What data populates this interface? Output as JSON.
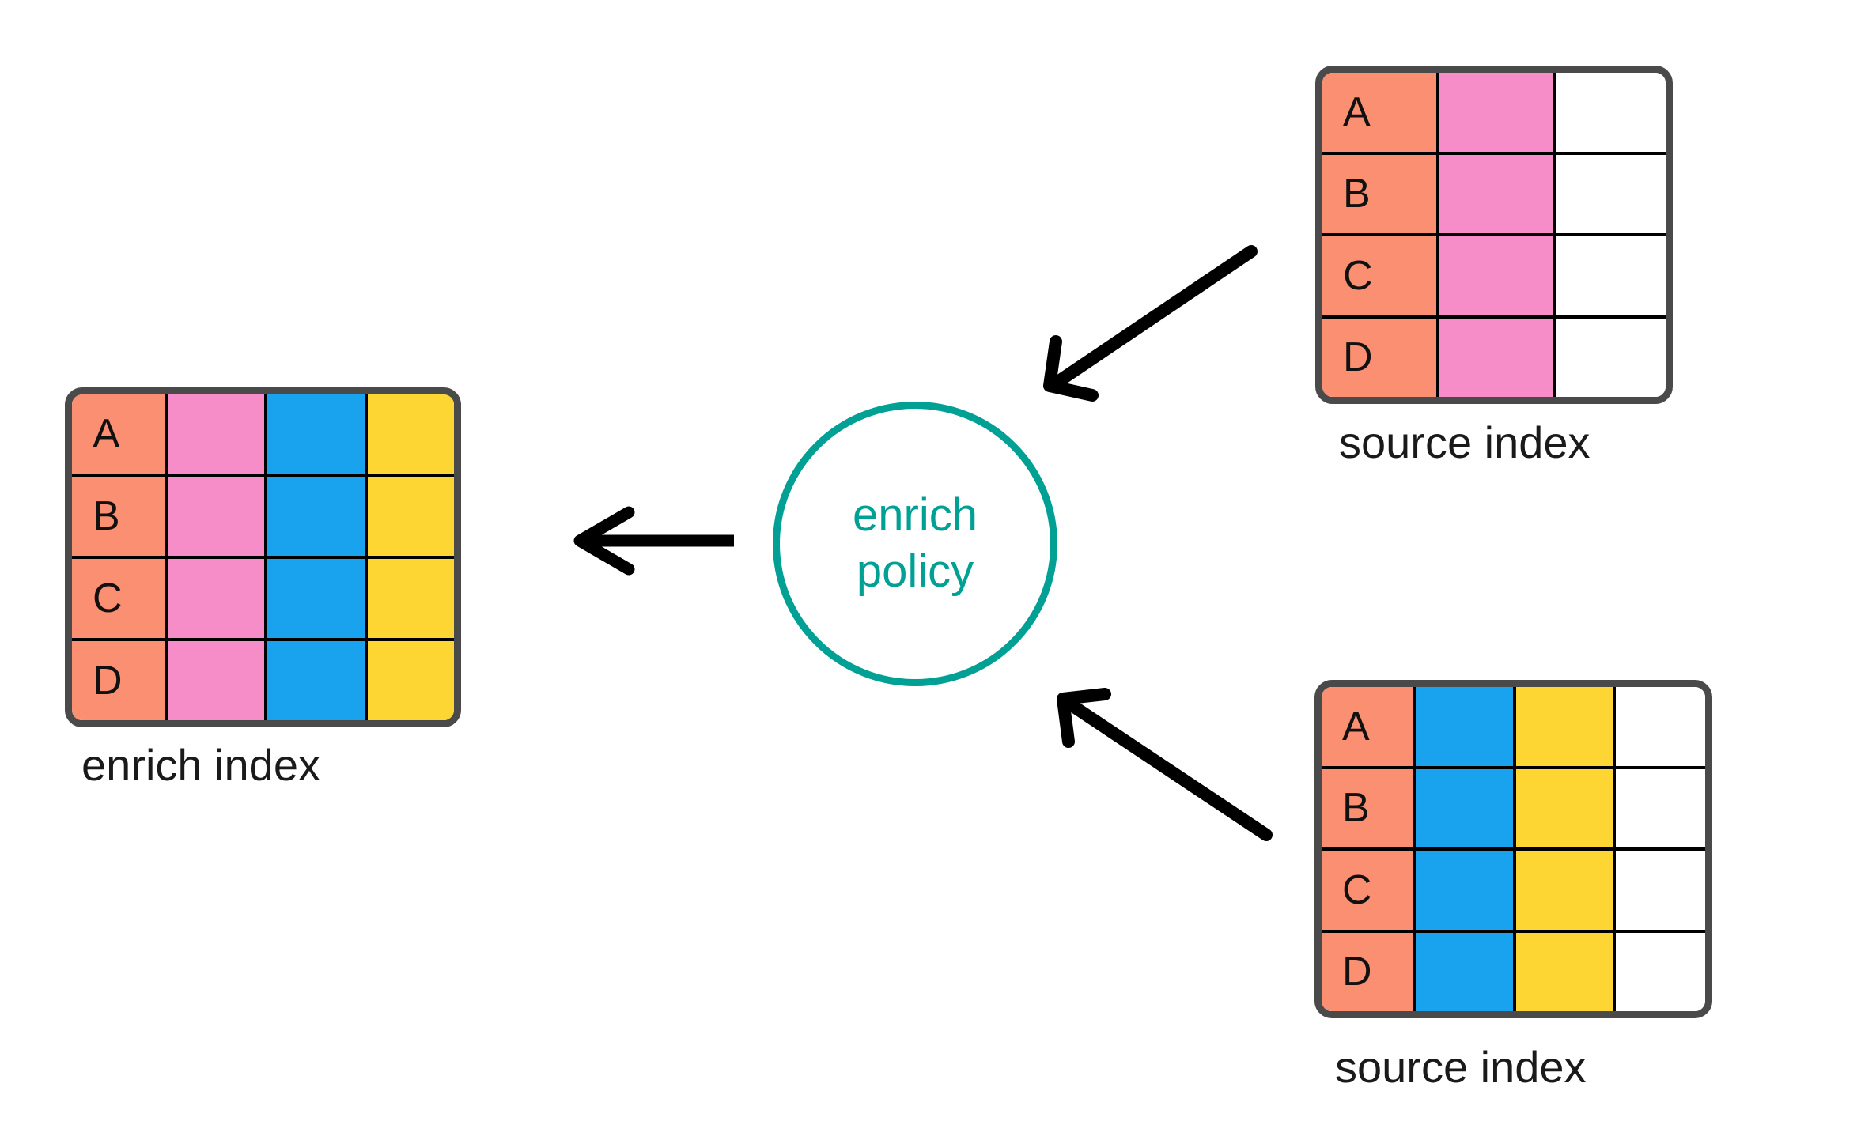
{
  "diagram": {
    "title_visible": false,
    "background": "#ffffff",
    "colors": {
      "key_orange": "#FA8F72",
      "pink": "#F68CC8",
      "blue": "#19A3EE",
      "yellow": "#FDD634",
      "empty_white": "#FFFFFF",
      "table_border": "#4A4A4A",
      "cell_border": "#000000",
      "policy_teal": "#00A094",
      "arrow_black": "#000000",
      "label_text": "#1A1A1A"
    },
    "policy_node": {
      "line1": "enrich",
      "line2": "policy",
      "shape": "circle"
    },
    "tables": [
      {
        "id": "enrich-index",
        "label": "enrich index",
        "row_keys": [
          "A",
          "B",
          "C",
          "D"
        ],
        "columns": [
          {
            "name": "key",
            "fill": "#FA8F72",
            "has_key_text": true
          },
          {
            "name": "field-pink",
            "fill": "#F68CC8",
            "has_key_text": false
          },
          {
            "name": "field-blue",
            "fill": "#19A3EE",
            "has_key_text": false
          },
          {
            "name": "field-yellow",
            "fill": "#FDD634",
            "has_key_text": false
          }
        ]
      },
      {
        "id": "source-index-top",
        "label": "source index",
        "row_keys": [
          "A",
          "B",
          "C",
          "D"
        ],
        "columns": [
          {
            "name": "key",
            "fill": "#FA8F72",
            "has_key_text": true
          },
          {
            "name": "field-pink",
            "fill": "#F68CC8",
            "has_key_text": false
          },
          {
            "name": "field-empty",
            "fill": "#FFFFFF",
            "has_key_text": false
          }
        ]
      },
      {
        "id": "source-index-bottom",
        "label": "source index",
        "row_keys": [
          "A",
          "B",
          "C",
          "D"
        ],
        "columns": [
          {
            "name": "key",
            "fill": "#FA8F72",
            "has_key_text": true
          },
          {
            "name": "field-blue",
            "fill": "#19A3EE",
            "has_key_text": false
          },
          {
            "name": "field-yellow",
            "fill": "#FDD634",
            "has_key_text": false
          },
          {
            "name": "field-empty",
            "fill": "#FFFFFF",
            "has_key_text": false
          }
        ]
      }
    ],
    "arrows": [
      {
        "id": "policy-to-enrich",
        "from": "enrich policy",
        "to": "enrich index",
        "direction": "left"
      },
      {
        "id": "source-top-to-policy",
        "from": "source index (top)",
        "to": "enrich policy",
        "direction": "down-left"
      },
      {
        "id": "source-bottom-to-policy",
        "from": "source index (bottom)",
        "to": "enrich policy",
        "direction": "up-left"
      }
    ]
  }
}
